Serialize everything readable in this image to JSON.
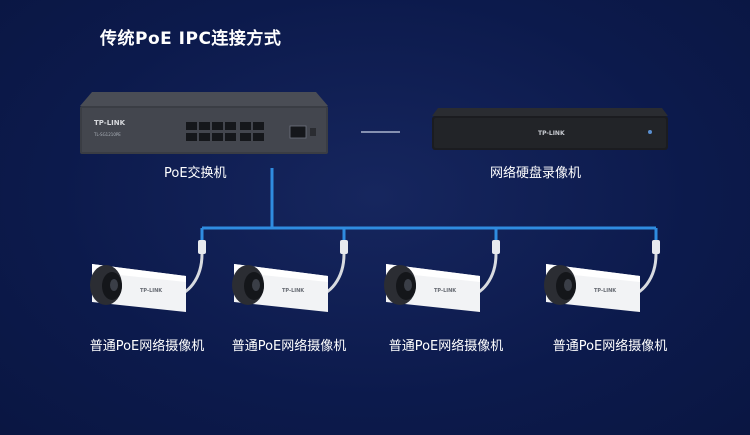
{
  "title": "传统PoE IPC连接方式",
  "switch": {
    "label": "PoE交换机",
    "brand": "TP-LINK",
    "model": "TL-SG1210PE"
  },
  "nvr": {
    "label": "网络硬盘录像机",
    "brand": "TP-LINK"
  },
  "cameras": [
    {
      "label": "普通PoE网络摄像机",
      "brand": "TP-LINK"
    },
    {
      "label": "普通PoE网络摄像机",
      "brand": "TP-LINK"
    },
    {
      "label": "普通PoE网络摄像机",
      "brand": "TP-LINK"
    },
    {
      "label": "普通PoE网络摄像机",
      "brand": "TP-LINK"
    }
  ],
  "colors": {
    "background": "#0c1a4c",
    "cable": "#2f8ce0",
    "text": "#ffffff"
  }
}
